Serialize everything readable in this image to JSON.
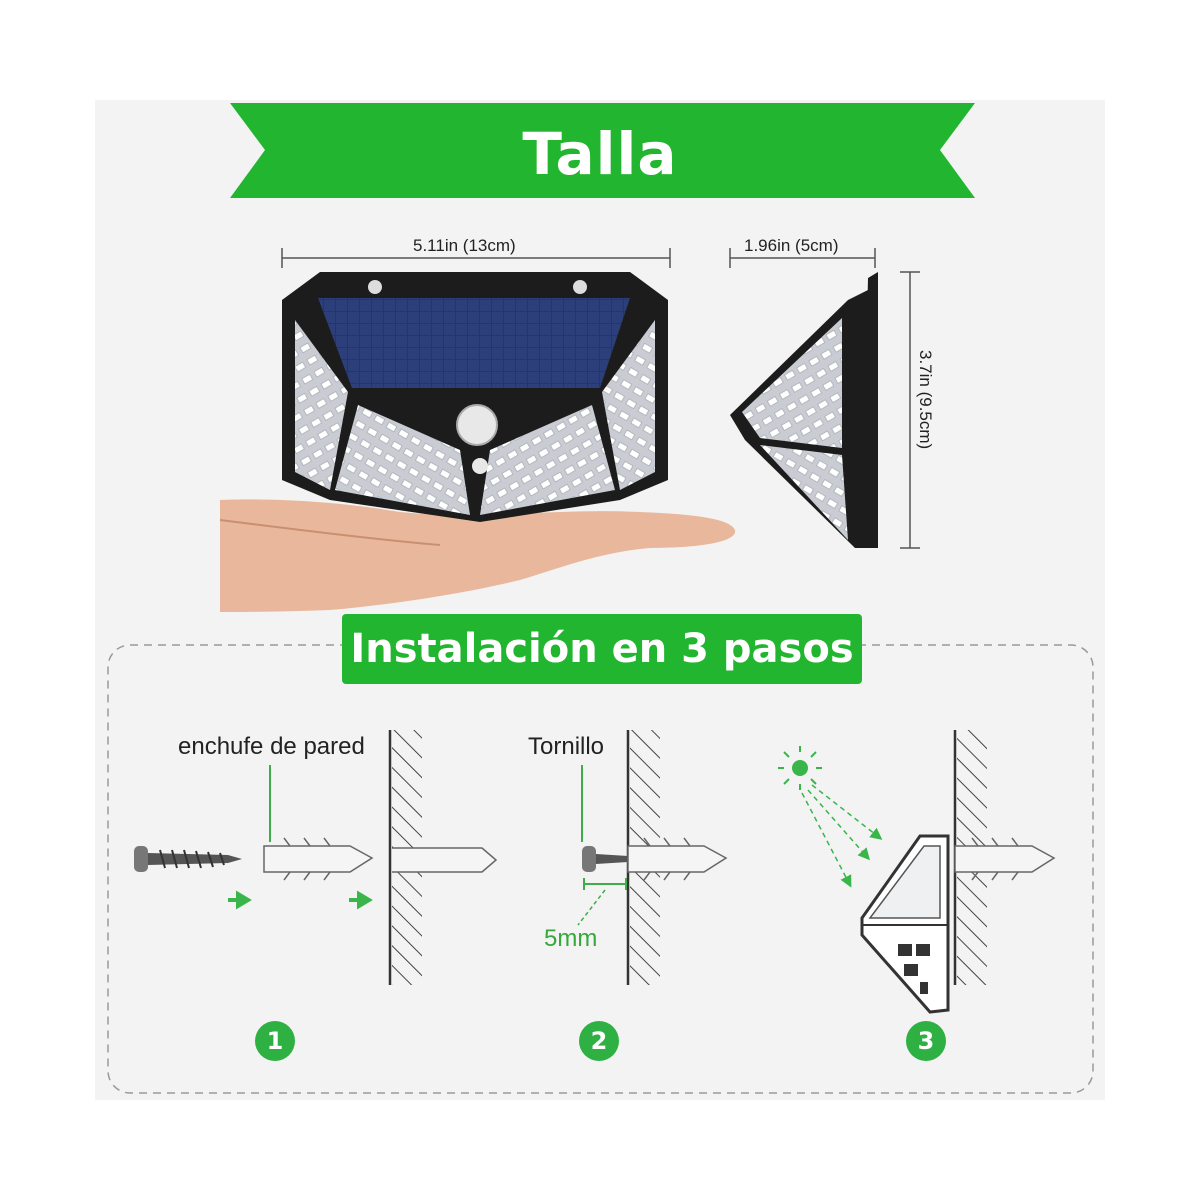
{
  "banner": {
    "title": "Talla",
    "color": "#22b52f"
  },
  "dimensions": {
    "width": "5.11in (13cm)",
    "depth": "1.96in (5cm)",
    "height": "3.7in (9.5cm)"
  },
  "install": {
    "title": "Instalación en 3 pasos",
    "labels": {
      "anchor": "enchufe de pared",
      "screw": "Tornillo",
      "gap": "5mm"
    },
    "steps": [
      "1",
      "2",
      "3"
    ]
  },
  "colors": {
    "accent": "#2eb043",
    "lamp_body": "#1c1c1c",
    "solar_panel": "#1f2a55"
  },
  "icons": [
    "solar-lamp-front",
    "solar-lamp-side",
    "hand",
    "screw",
    "wall-anchor",
    "wall",
    "sun-icon"
  ]
}
